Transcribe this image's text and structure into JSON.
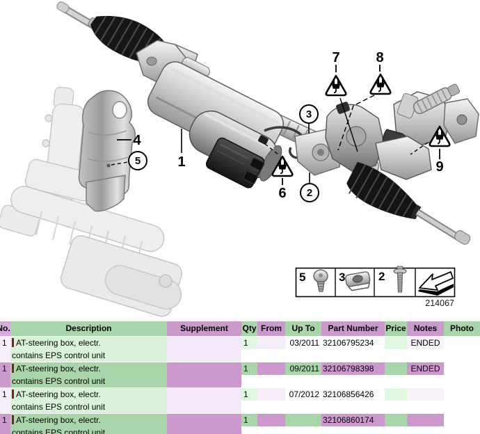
{
  "diagram": {
    "callouts": [
      "1",
      "2",
      "3",
      "4",
      "5",
      "6",
      "7",
      "8",
      "9"
    ],
    "warning_icon": "electrical-plug-warning-icon",
    "legend": [
      {
        "label": "5",
        "icon": "pan-head-screw-icon"
      },
      {
        "label": "3",
        "icon": "clip-nut-icon"
      },
      {
        "label": "2",
        "icon": "mounting-bolt-icon"
      },
      {
        "label": "",
        "icon": "change-direction-arrow-icon"
      }
    ],
    "figure_number": "214067"
  },
  "table": {
    "headers": {
      "no": "No.",
      "description": "Description",
      "supplement": "Supplement",
      "qty": "Qty",
      "from": "From",
      "up_to": "Up To",
      "part_number": "Part Number",
      "price": "Price",
      "notes": "Notes",
      "photo": "Photo"
    },
    "rows": [
      {
        "no": "1",
        "description_line1": "AT-steering box, electr.",
        "description_line2": "contains EPS control unit",
        "supplement": "",
        "qty": "1",
        "from": "",
        "up_to": "03/2011",
        "part_number": "32106795234",
        "price": "",
        "notes": "ENDED",
        "photo": ""
      },
      {
        "no": "1",
        "description_line1": "AT-steering box, electr.",
        "description_line2": "contains EPS control unit",
        "supplement": "",
        "qty": "1",
        "from": "",
        "up_to": "09/2011",
        "part_number": "32106798398",
        "price": "",
        "notes": "ENDED",
        "photo": ""
      },
      {
        "no": "1",
        "description_line1": "AT-steering box, electr.",
        "description_line2": "contains EPS control unit",
        "supplement": "",
        "qty": "1",
        "from": "",
        "up_to": "07/2012",
        "part_number": "32106856426",
        "price": "",
        "notes": "",
        "photo": ""
      },
      {
        "no": "1",
        "description_line1": "AT-steering box, electr.",
        "description_line2": "contains EPS control unit",
        "supplement": "",
        "qty": "1",
        "from": "",
        "up_to": "",
        "part_number": "32106860174",
        "price": "",
        "notes": "",
        "photo": ""
      }
    ]
  },
  "colors": {
    "row_green": "#AAD4AA",
    "row_purple": "#CC99CC",
    "pale_green": "#D9F2D9",
    "pale_lavender": "#F3E8F8",
    "pale_qty_green": "#DFF8DF",
    "header_no_purple": "#D6ACDB",
    "marker_red": "#7E1F1F"
  }
}
